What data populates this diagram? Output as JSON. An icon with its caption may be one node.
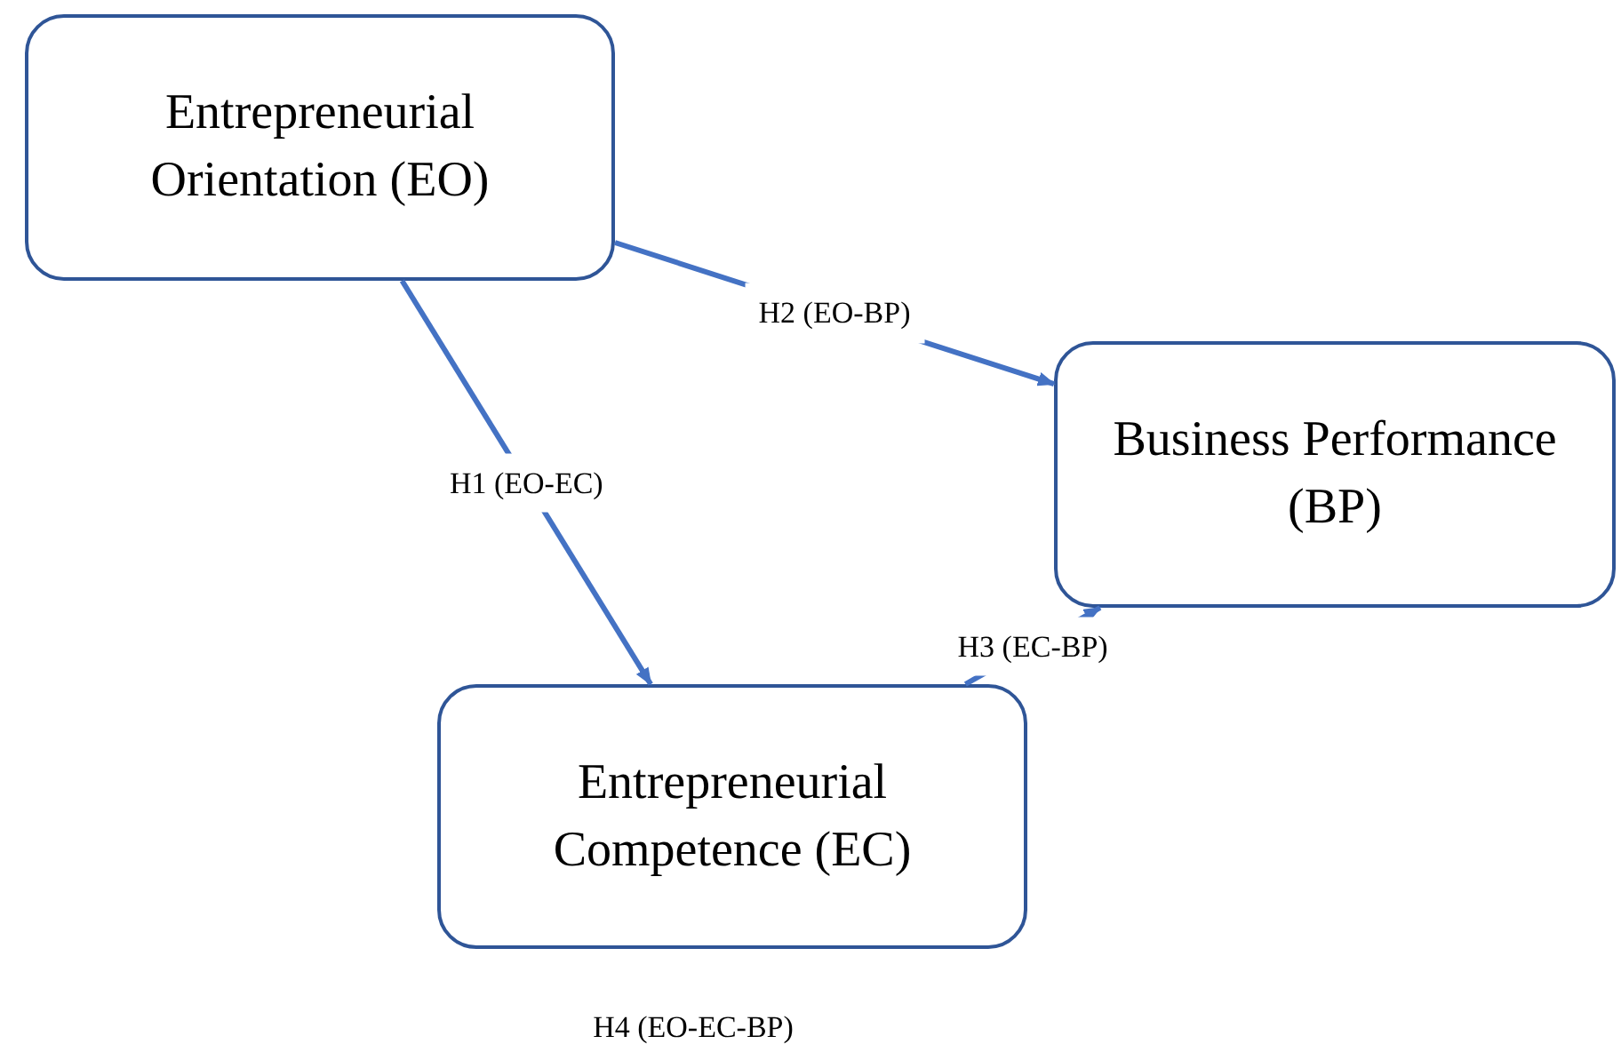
{
  "diagram": {
    "nodes": [
      {
        "text": [
          "Entrepreneurial Orientation (EO)"
        ]
      },
      {
        "text": [
          "Business Performance (BP)"
        ]
      },
      {
        "text": [
          "Entrepreneurial Competence (EC)"
        ]
      }
    ],
    "edges": [
      {
        "from": 0,
        "to": 2,
        "arrow": "to",
        "label": "H1 (EO-EC)"
      },
      {
        "from": 0,
        "to": 1,
        "arrow": "to",
        "label": "H2 (EO-BP)"
      },
      {
        "from": 2,
        "to": 1,
        "arrow": "to",
        "label": "H3 (EC-BP)"
      }
    ],
    "labels": [
      "H4 (EO-EC-BP)"
    ]
  }
}
